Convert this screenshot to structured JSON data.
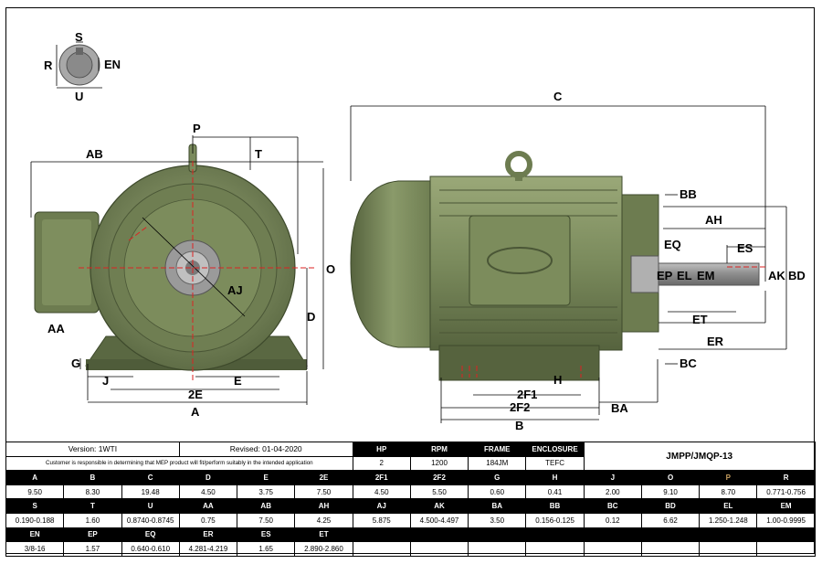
{
  "drawing": {
    "labels": {
      "S": "S",
      "R": "R",
      "EN": "EN",
      "U": "U",
      "P": "P",
      "T": "T",
      "AB": "AB",
      "O": "O",
      "AJ": "AJ",
      "D": "D",
      "AA": "AA",
      "G": "G",
      "J": "J",
      "E": "E",
      "2E": "2E",
      "A": "A",
      "C": "C",
      "BB": "BB",
      "AH": "AH",
      "EQ": "EQ",
      "ES": "ES",
      "EP": "EP",
      "EL": "EL",
      "EM": "EM",
      "AK": "AK",
      "BD": "BD",
      "ET": "ET",
      "ER": "ER",
      "BC": "BC",
      "H": "H",
      "2F1": "2F1",
      "2F2": "2F2",
      "BA": "BA",
      "B": "B"
    },
    "colors": {
      "motor": "#7a8a5c",
      "motor_dark": "#4f5c3a",
      "red_dim": "#d22"
    }
  },
  "info": {
    "version": "Version: 1WTI",
    "revised": "Revised: 01-04-2020",
    "disclaimer": "Customer is responsible in determining that MEP product will fit/perform suitably in the intended application",
    "hp_label": "HP",
    "hp_value": "2",
    "rpm_label": "RPM",
    "rpm_value": "1200",
    "frame_label": "FRAME",
    "frame_value": "184JM",
    "enclosure_label": "ENCLOSURE",
    "enclosure_value": "TEFC",
    "model": "JMPP/JMQP-13"
  },
  "dimensions": {
    "row1": {
      "headers": [
        "A",
        "B",
        "C",
        "D",
        "E",
        "2E",
        "2F1",
        "2F2",
        "G",
        "H",
        "J",
        "O",
        "P",
        "R"
      ],
      "values": [
        "9.50",
        "8.30",
        "19.48",
        "4.50",
        "3.75",
        "7.50",
        "4.50",
        "5.50",
        "0.60",
        "0.41",
        "2.00",
        "9.10",
        "8.70",
        "0.771-0.756"
      ]
    },
    "row2": {
      "headers": [
        "S",
        "T",
        "U",
        "AA",
        "AB",
        "AH",
        "AJ",
        "AK",
        "BA",
        "BB",
        "BC",
        "BD",
        "EL",
        "EM"
      ],
      "values": [
        "0.190-0.188",
        "1.60",
        "0.8740-0.8745",
        "0.75",
        "7.50",
        "4.25",
        "5.875",
        "4.500-4.497",
        "3.50",
        "0.156-0.125",
        "0.12",
        "6.62",
        "1.250-1.248",
        "1.00-0.9995"
      ]
    },
    "row3": {
      "headers": [
        "EN",
        "EP",
        "EQ",
        "ER",
        "ES",
        "ET",
        "",
        "",
        "",
        "",
        "",
        "",
        "",
        ""
      ],
      "values": [
        "3/8-16",
        "1.57",
        "0.640-0.610",
        "4.281-4.219",
        "1.65",
        "2.890-2.860",
        "",
        "",
        "",
        "",
        "",
        "",
        "",
        ""
      ]
    }
  }
}
